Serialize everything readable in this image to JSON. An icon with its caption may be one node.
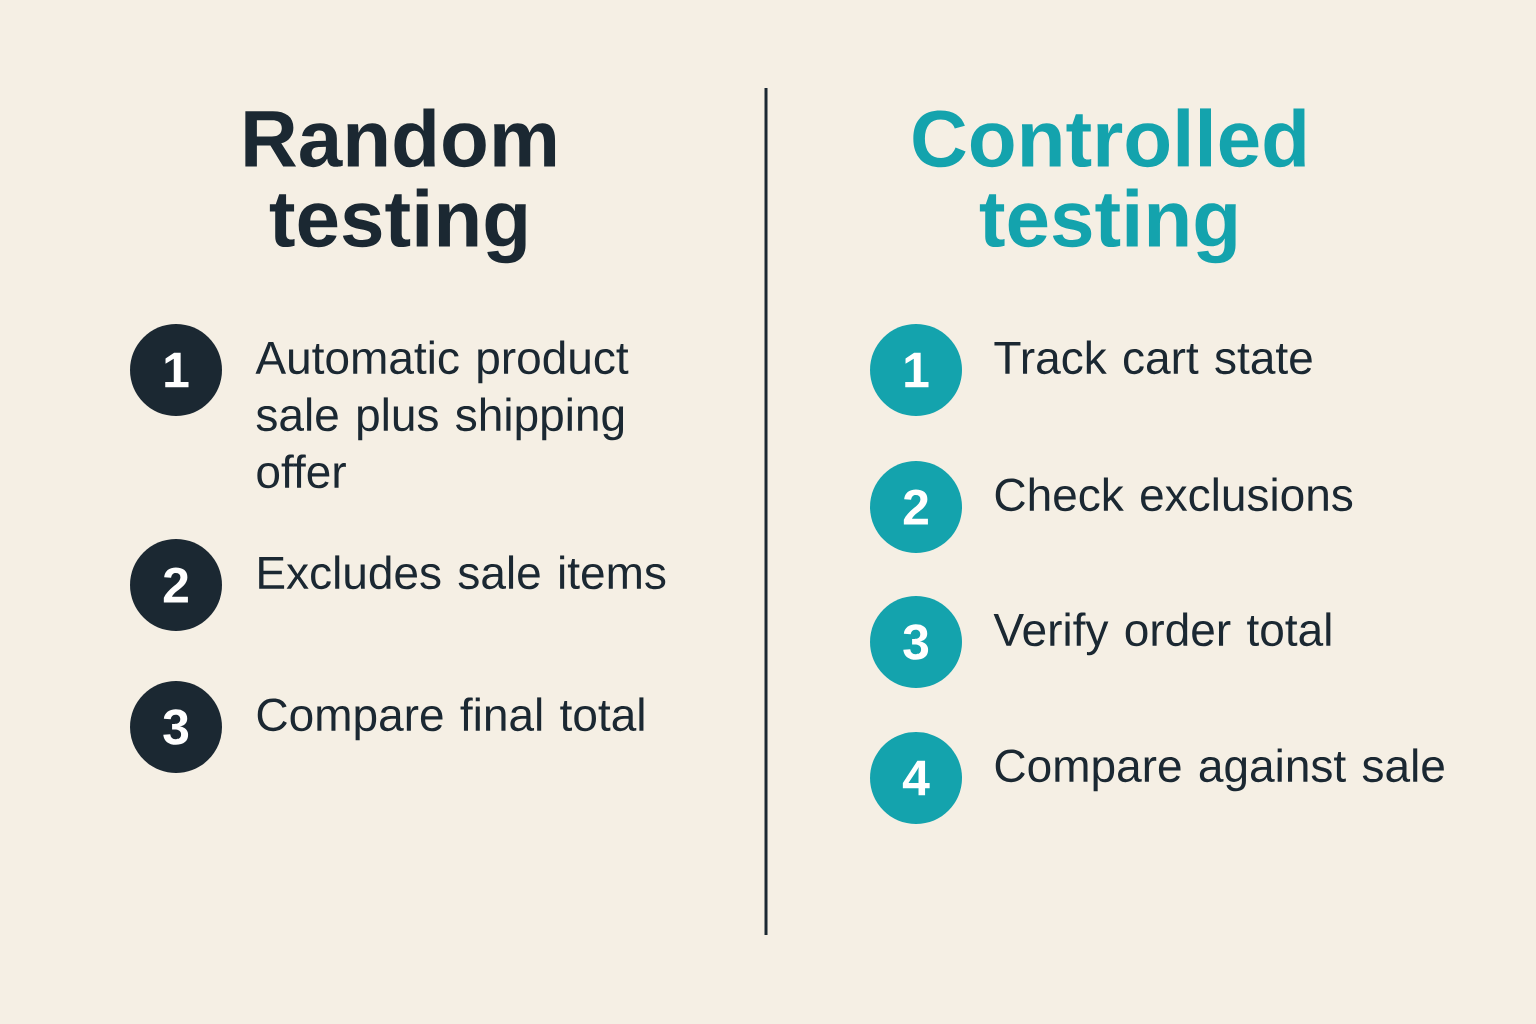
{
  "diagram": {
    "nodes": [
      {
        "text": [
          "1"
        ],
        "beside": [
          "Automatic product sale plus shipping offer"
        ]
      },
      {
        "text": [
          "2"
        ],
        "beside": [
          "Excludes sale items"
        ]
      },
      {
        "text": [
          "3"
        ],
        "beside": [
          "Compare final total"
        ]
      },
      {
        "text": [
          "1"
        ],
        "beside": [
          "Track cart state"
        ]
      },
      {
        "text": [
          "2"
        ],
        "beside": [
          "Check exclusions"
        ]
      },
      {
        "text": [
          "3"
        ],
        "beside": [
          "Verify order total"
        ]
      },
      {
        "text": [
          "4"
        ],
        "beside": [
          "Compare against sale"
        ]
      }
    ],
    "labels": [
      "Random testing",
      "Controlled testing"
    ]
  }
}
